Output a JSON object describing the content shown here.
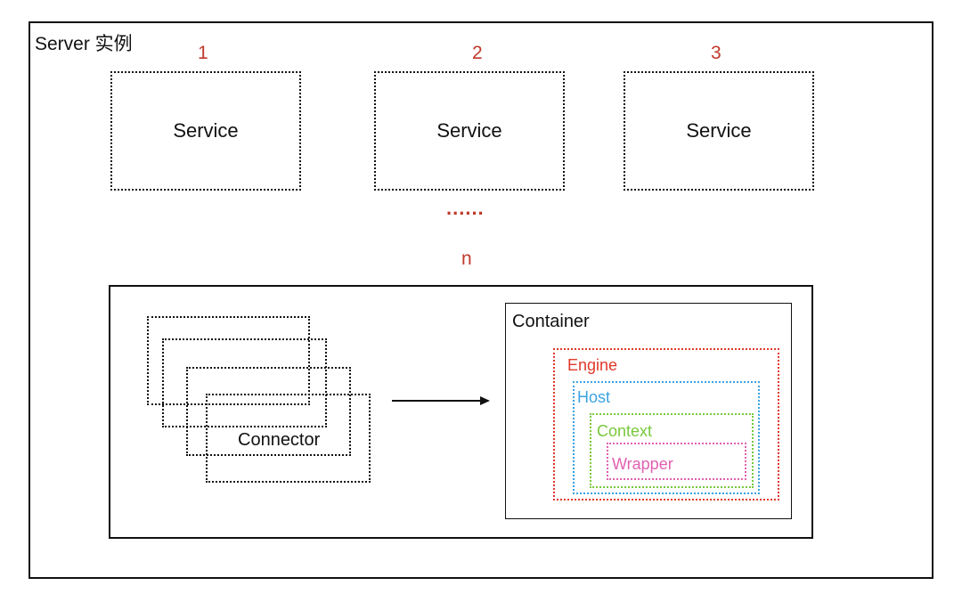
{
  "server": {
    "title": "Server 实例"
  },
  "services": [
    {
      "number": "1",
      "label": "Service"
    },
    {
      "number": "2",
      "label": "Service"
    },
    {
      "number": "3",
      "label": "Service"
    }
  ],
  "service_more": {
    "ellipsis": "......",
    "count_label": "n"
  },
  "connector": {
    "label": "Connector"
  },
  "container": {
    "title": "Container",
    "engine_label": "Engine",
    "host_label": "Host",
    "context_label": "Context",
    "wrapper_label": "Wrapper"
  },
  "colors": {
    "number_red": "#c0392b",
    "engine": "#e0392b",
    "host": "#3aa3e3",
    "context": "#78c83c",
    "wrapper": "#e060b0",
    "line": "#111111"
  }
}
